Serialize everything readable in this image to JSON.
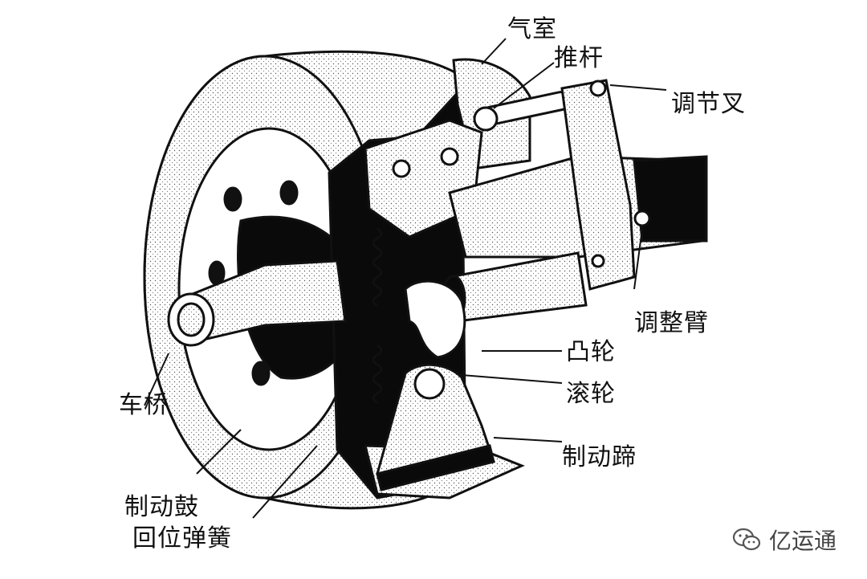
{
  "labels": {
    "air_chamber": "气室",
    "push_rod": "推杆",
    "adjust_fork": "调节叉",
    "adjust_arm": "调整臂",
    "cam": "凸轮",
    "roller": "滚轮",
    "axle": "车桥",
    "brake_shoe": "制动蹄",
    "brake_drum": "制动鼓",
    "return_spring": "回位弹簧"
  },
  "watermark": {
    "text": "亿运通",
    "icon": "wechat-icon"
  }
}
